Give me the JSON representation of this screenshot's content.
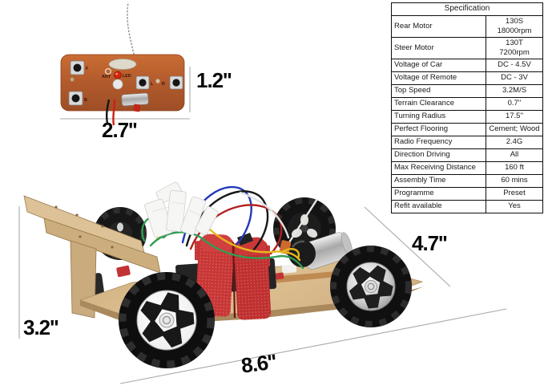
{
  "page": {
    "background": "#ffffff",
    "description": "DIY wooden RC racing car kit product sheet with remote PCB, dimension callouts and specification table"
  },
  "spec_table": {
    "title": "Specification",
    "rows": [
      {
        "label": "Rear Motor",
        "value": "130S\n18000rpm"
      },
      {
        "label": "Steer Motor",
        "value": "130T\n7200rpm"
      },
      {
        "label": "Voltage of Car",
        "value": "DC - 4.5V"
      },
      {
        "label": "Voltage of Remote",
        "value": "DC - 3V"
      },
      {
        "label": "Top Speed",
        "value": "3.2M/S"
      },
      {
        "label": "Terrain Clearance",
        "value": "0.7''"
      },
      {
        "label": "Turning Radius",
        "value": "17.5''"
      },
      {
        "label": "Perfect Flooring",
        "value": "Cement; Wood"
      },
      {
        "label": "Radio Frequency",
        "value": "2.4G"
      },
      {
        "label": "Direction Driving",
        "value": "All"
      },
      {
        "label": "Max Receiving Distance",
        "value": "160 ft"
      },
      {
        "label": "Assembly Time",
        "value": "60 mins"
      },
      {
        "label": "Programme",
        "value": "Preset"
      },
      {
        "label": "Refit available",
        "value": "Yes"
      }
    ]
  },
  "dimensions": {
    "remote_height": "1.2''",
    "remote_width": "2.7''",
    "car_height": "3.2''",
    "car_width": "4.7''",
    "car_length": "8.6''"
  },
  "pcb": {
    "labels": {
      "forward": "F",
      "backward": "B",
      "antenna": "ANT",
      "led": "LED",
      "left": "L",
      "right": "R"
    }
  },
  "colors": {
    "pcb_board": "#b65c2e",
    "led_red": "#dd2211",
    "wood": "#d6b98c",
    "wood_edge": "#a9895d",
    "strap_red": "#c53535",
    "tire_black": "#141414",
    "motor_silver": "#c9c9c9",
    "dim_line": "#a8a8a8",
    "table_border": "#0d0d0d",
    "wire_colors": [
      "#2438b8",
      "#181818",
      "#b02020",
      "#e6b81c",
      "#2f9e54",
      "#e2e2e2"
    ]
  }
}
